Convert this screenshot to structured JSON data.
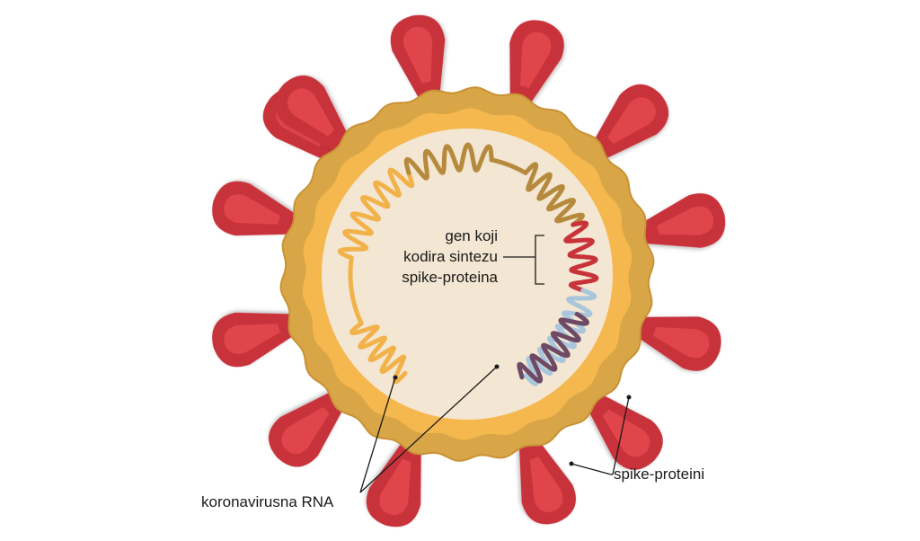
{
  "labels": {
    "gene_line1": "gen koji",
    "gene_line2": "kodira sintezu",
    "gene_line3": "spike-proteina",
    "rna": "koronavirusna RNA",
    "spikes": "spike-proteini"
  },
  "colors": {
    "outer_membrane": "#d9a647",
    "outer_membrane_edge": "#c89236",
    "inner_membrane": "#f5b84e",
    "core": "#f3e6d2",
    "spike": "#c8333a",
    "spike_inner": "#e0454b",
    "rna_yellow": "#f2b24a",
    "rna_olive": "#b58a3c",
    "rna_red": "#c8333a",
    "rna_light_blue": "#a9c6dc",
    "rna_purple": "#6e4a64",
    "leader_line": "#1a1a1a"
  },
  "icons": [
    "spike-protein-icon",
    "rna-strand-icon"
  ]
}
